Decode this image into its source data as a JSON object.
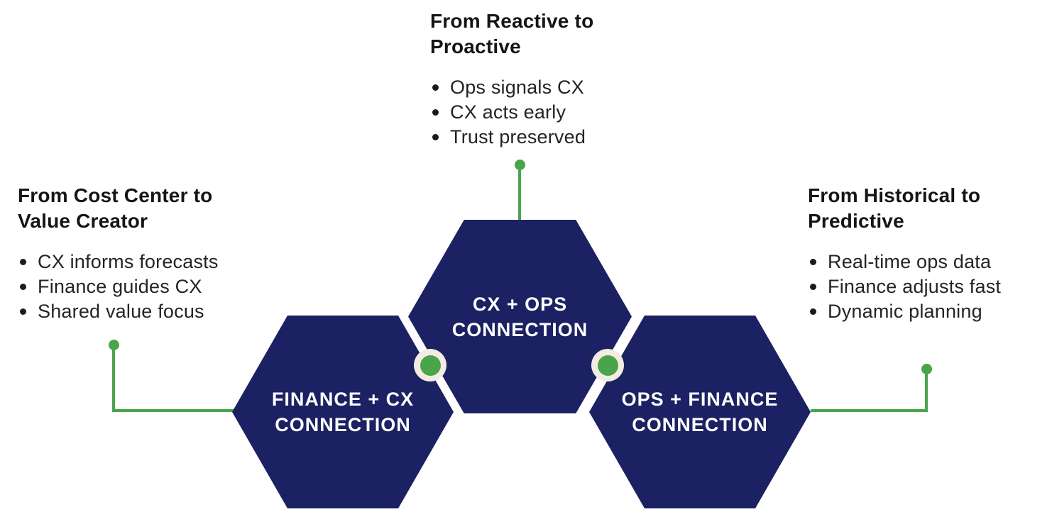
{
  "colors": {
    "hexagon_navy": "#1b2162",
    "connector_green": "#4aa44a",
    "junction_ring_cream": "#f2ece2",
    "text_dark": "#1b1b1b",
    "hex_label_white": "#ffffff"
  },
  "callouts": {
    "top": {
      "title_lines": [
        "From Reactive to",
        "Proactive"
      ],
      "bullets": [
        "Ops signals CX",
        "CX acts early",
        "Trust preserved"
      ]
    },
    "left": {
      "title_lines": [
        "From Cost Center to",
        "Value Creator"
      ],
      "bullets": [
        "CX informs forecasts",
        "Finance guides CX",
        "Shared value focus"
      ]
    },
    "right": {
      "title_lines": [
        "From Historical to",
        "Predictive"
      ],
      "bullets": [
        "Real-time ops data",
        "Finance adjusts fast",
        "Dynamic planning"
      ]
    }
  },
  "hexagons": {
    "center": {
      "label_lines": [
        "CX + OPS",
        "CONNECTION"
      ]
    },
    "bottom_left": {
      "label_lines": [
        "FINANCE + CX",
        "CONNECTION"
      ]
    },
    "bottom_right": {
      "label_lines": [
        "OPS + FINANCE",
        "CONNECTION"
      ]
    }
  }
}
